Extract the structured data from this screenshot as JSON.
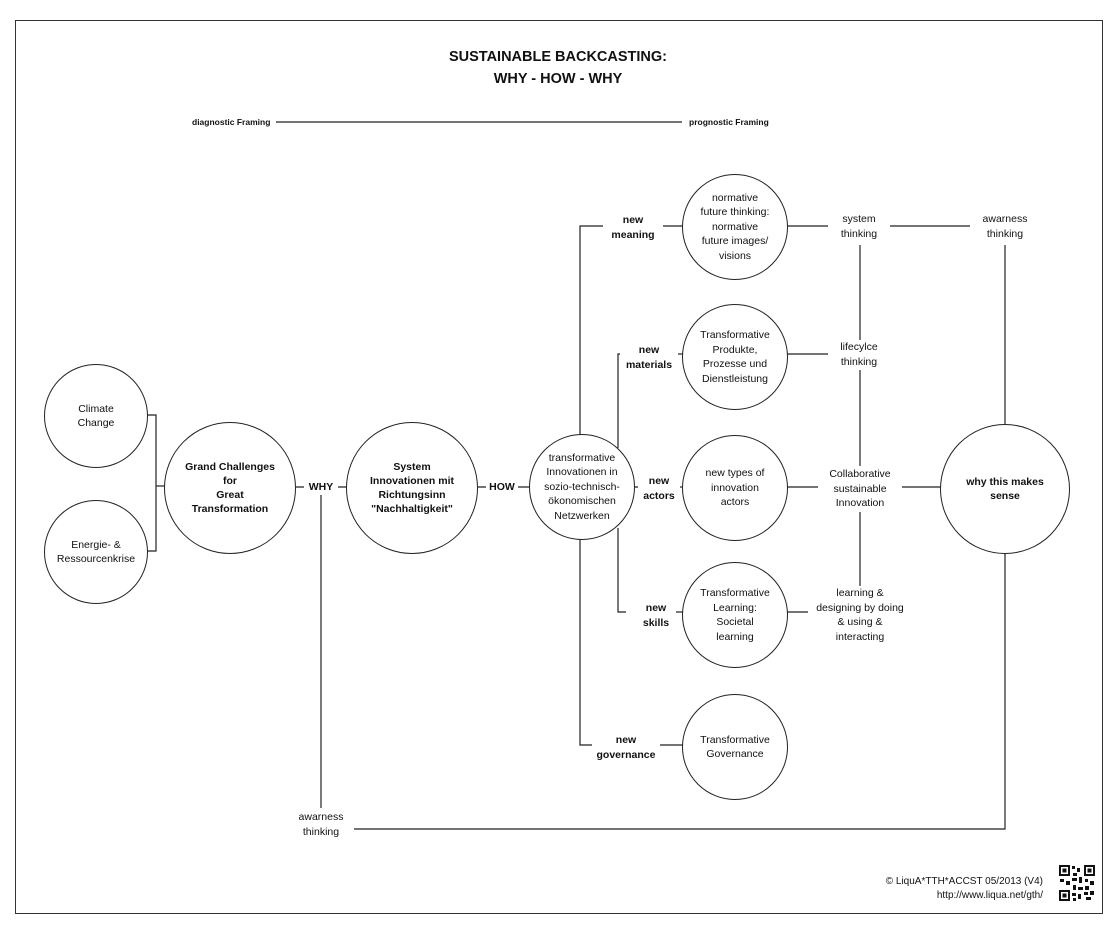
{
  "title": {
    "line1": "SUSTAINABLE BACKCASTING:",
    "line2": "WHY - HOW - WHY"
  },
  "framing": {
    "left": "diagnostic Framing",
    "right": "prognostic Framing"
  },
  "nodes": {
    "climate": "Climate\nChange",
    "energy": "Energie- &\nRessourcenkrise",
    "grand": "Grand Challenges\nfor\nGreat\nTransformation",
    "system": "System\nInnovationen mit\nRichtungsinn\n\"Nachhaltigkeit\"",
    "transform": "transformative\nInnovationen in\nsozio-technisch-\nökonomischen\nNetzwerken",
    "normative": "normative\nfuture thinking:\nnormative\nfuture images/\nvisions",
    "products": "Transformative\nProdukte,\nProzesse und\nDienstleistung",
    "actors": "new types of\ninnovation\nactors",
    "learning": "Transformative\nLearning:\nSocietal\nlearning",
    "governance": "Transformative\nGovernance",
    "why_sense": "why this makes\nsense"
  },
  "connectors": {
    "why": "WHY",
    "how": "HOW",
    "meaning": "new\nmeaning",
    "materials": "new\nmaterials",
    "actors": "new\nactors",
    "skills": "new\nskills",
    "governance": "new\ngovernance"
  },
  "thinking": {
    "system": "system\nthinking",
    "awareness_top": "awarness\nthinking",
    "lifecycle": "lifecylce\nthinking",
    "collaborative": "Collaborative\nsustainable\nInnovation",
    "learning_doing": "learning &\ndesigning by doing\n& using &\ninteracting",
    "awareness_bottom": "awarness\nthinking"
  },
  "footer": {
    "copyright": "© LiquA*TTH*ACCST 05/2013 (V4)",
    "url": "http://www.liqua.net/gth/"
  },
  "qr_icon": "qr-code-icon"
}
